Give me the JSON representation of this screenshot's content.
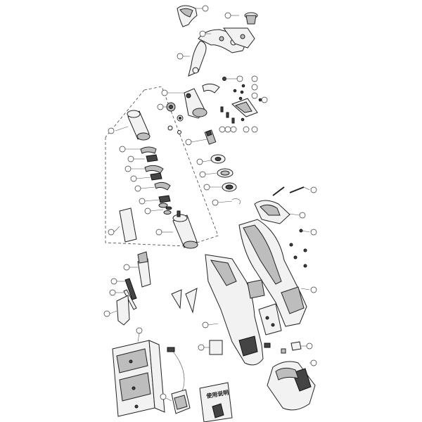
{
  "diagram": {
    "manual_card_text": "使用说明"
  },
  "callout_ids": [
    "pruner-head-cover",
    "pivot-bolt",
    "moving-blade",
    "fixed-blade",
    "blade-spring",
    "nut",
    "screw-a",
    "screw-b",
    "screw-c",
    "blade-bracket",
    "gear-housing",
    "bearing-top",
    "gear-wheel",
    "washer-a",
    "motor-cover",
    "pinion",
    "bearing-mid",
    "washer-b",
    "bearing-low",
    "retaining-ring",
    "planet-ring-1",
    "planet-ring-2",
    "planet-ring-3",
    "planet-ring-4",
    "planet-ring-5",
    "planet-ring-6",
    "shim-1",
    "shim-2",
    "shim-3",
    "shim-4",
    "shim-5",
    "motor",
    "insulation-sheet",
    "long-screw-1",
    "long-screw-2",
    "top-shell-cover",
    "screw-set",
    "right-handle-shell",
    "left-handle-shell",
    "pcb-board",
    "trigger",
    "switch-button",
    "battery-latch",
    "battery-pack",
    "label-sticker",
    "wrench-long",
    "hex-key",
    "small-hex-key",
    "sharpening-stone",
    "cutter-bit",
    "spare-blade",
    "carry-case",
    "charger",
    "manual-card"
  ]
}
